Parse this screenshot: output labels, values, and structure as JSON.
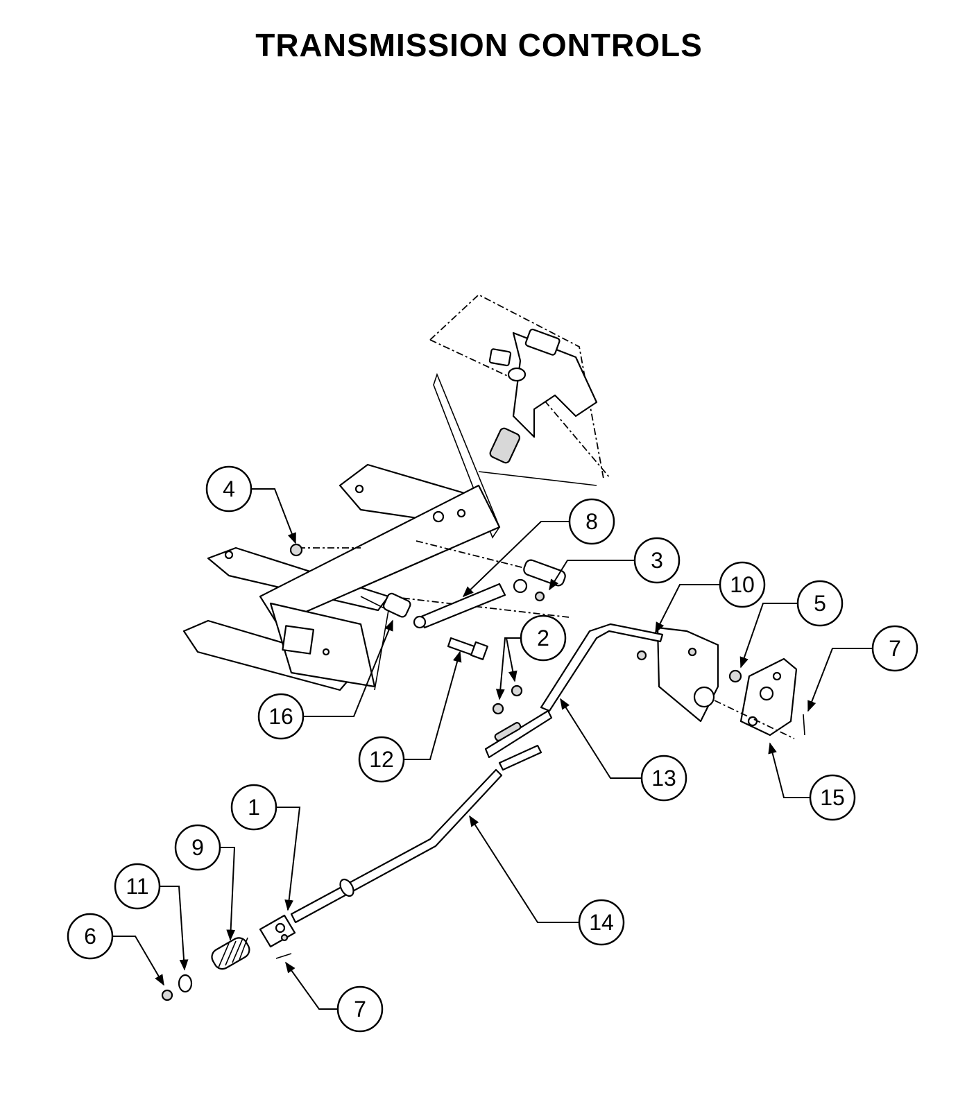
{
  "title": "TRANSMISSION CONTROLS",
  "callouts": [
    {
      "id": "c1",
      "label": "1"
    },
    {
      "id": "c2",
      "label": "2"
    },
    {
      "id": "c3",
      "label": "3"
    },
    {
      "id": "c4",
      "label": "4"
    },
    {
      "id": "c5",
      "label": "5"
    },
    {
      "id": "c6",
      "label": "6"
    },
    {
      "id": "c7a",
      "label": "7"
    },
    {
      "id": "c7b",
      "label": "7"
    },
    {
      "id": "c8",
      "label": "8"
    },
    {
      "id": "c9",
      "label": "9"
    },
    {
      "id": "c10",
      "label": "10"
    },
    {
      "id": "c11",
      "label": "11"
    },
    {
      "id": "c12",
      "label": "12"
    },
    {
      "id": "c13",
      "label": "13"
    },
    {
      "id": "c14",
      "label": "14"
    },
    {
      "id": "c15",
      "label": "15"
    },
    {
      "id": "c16",
      "label": "16"
    }
  ]
}
